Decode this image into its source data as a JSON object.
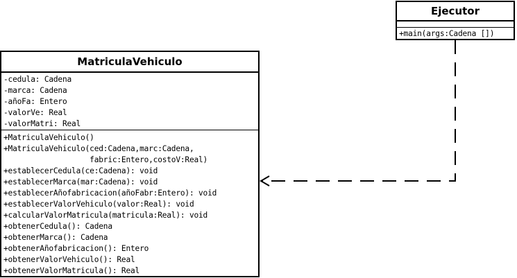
{
  "diagram": {
    "type": "uml-class-diagram",
    "classes": {
      "ejecutor": {
        "name": "Ejecutor",
        "attributes": [],
        "operations": [
          "+main(args:Cadena [])"
        ]
      },
      "matricula": {
        "name": "MatriculaVehiculo",
        "attributes": [
          "-cedula: Cadena",
          "-marca: Cadena",
          "-añoFa: Entero",
          "-valorVe: Real",
          "-valorMatri: Real"
        ],
        "operations": [
          "+MatriculaVehiculo()",
          "+MatriculaVehiculo(ced:Cadena,marc:Cadena,",
          "                   fabric:Entero,costoV:Real)",
          "+establecerCedula(ce:Cadena): void",
          "+establecerMarca(mar:Cadena): void",
          "+establecerAñofabricacion(añoFabr:Entero): void",
          "+establecerValorVehiculo(valor:Real): void",
          "+calcularValorMatricula(matricula:Real): void",
          "+obtenerCedula(): Cadena",
          "+obtenerMarca(): Cadena",
          "+obtenerAñofabricacion(): Entero",
          "+obtenerValorVehiculo(): Real",
          "+obtenerValorMatricula(): Real"
        ]
      }
    },
    "relationships": [
      {
        "kind": "dependency",
        "from": "Ejecutor",
        "to": "MatriculaVehiculo",
        "line_style": "dashed",
        "arrowhead": "open"
      }
    ],
    "colors": {
      "line": "#000000",
      "background": "#ffffff",
      "text": "#000000"
    }
  }
}
